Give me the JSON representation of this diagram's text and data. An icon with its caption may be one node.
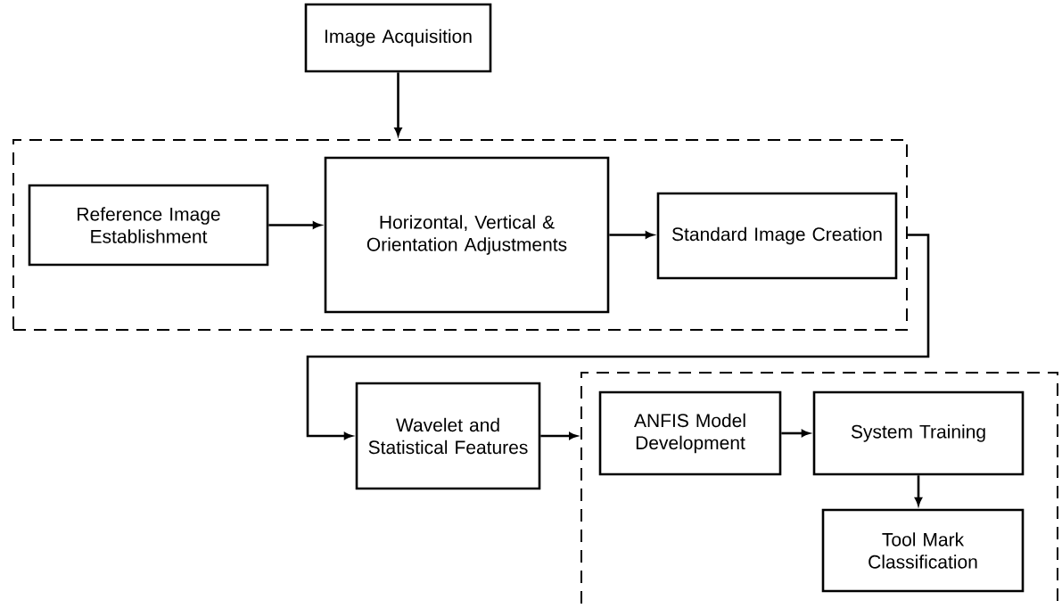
{
  "diagram": {
    "nodes": [
      {
        "text": [
          "Image Acquisition"
        ]
      },
      {
        "text": [],
        "shape": "box"
      },
      {
        "text": [
          "Reference Image Establishment"
        ],
        "in": 1
      },
      {
        "text": [
          "Horizontal, Vertical & Orientation Adjustments"
        ],
        "in": 1
      },
      {
        "text": [
          "Standard Image Creation"
        ],
        "in": 1
      },
      {
        "text": [
          "Wavelet and Statistical Features"
        ]
      },
      {
        "text": [],
        "shape": "box"
      },
      {
        "text": [
          "ANFIS Model Development"
        ],
        "in": 6
      },
      {
        "text": [
          "System Training"
        ],
        "in": 6
      },
      {
        "text": [
          "Tool Mark Classification"
        ],
        "in": 6
      }
    ],
    "edges": [
      {
        "from": 0,
        "to": 1,
        "arrow": "to"
      },
      {
        "from": 2,
        "to": 3,
        "arrow": "to"
      },
      {
        "from": 3,
        "to": 4,
        "arrow": "to"
      },
      {
        "from": 1,
        "to": 5,
        "arrow": "to"
      },
      {
        "from": 5,
        "to": 6,
        "arrow": "to"
      },
      {
        "from": 7,
        "to": 8,
        "arrow": "to"
      },
      {
        "from": 8,
        "to": 9,
        "arrow": "to"
      }
    ]
  }
}
